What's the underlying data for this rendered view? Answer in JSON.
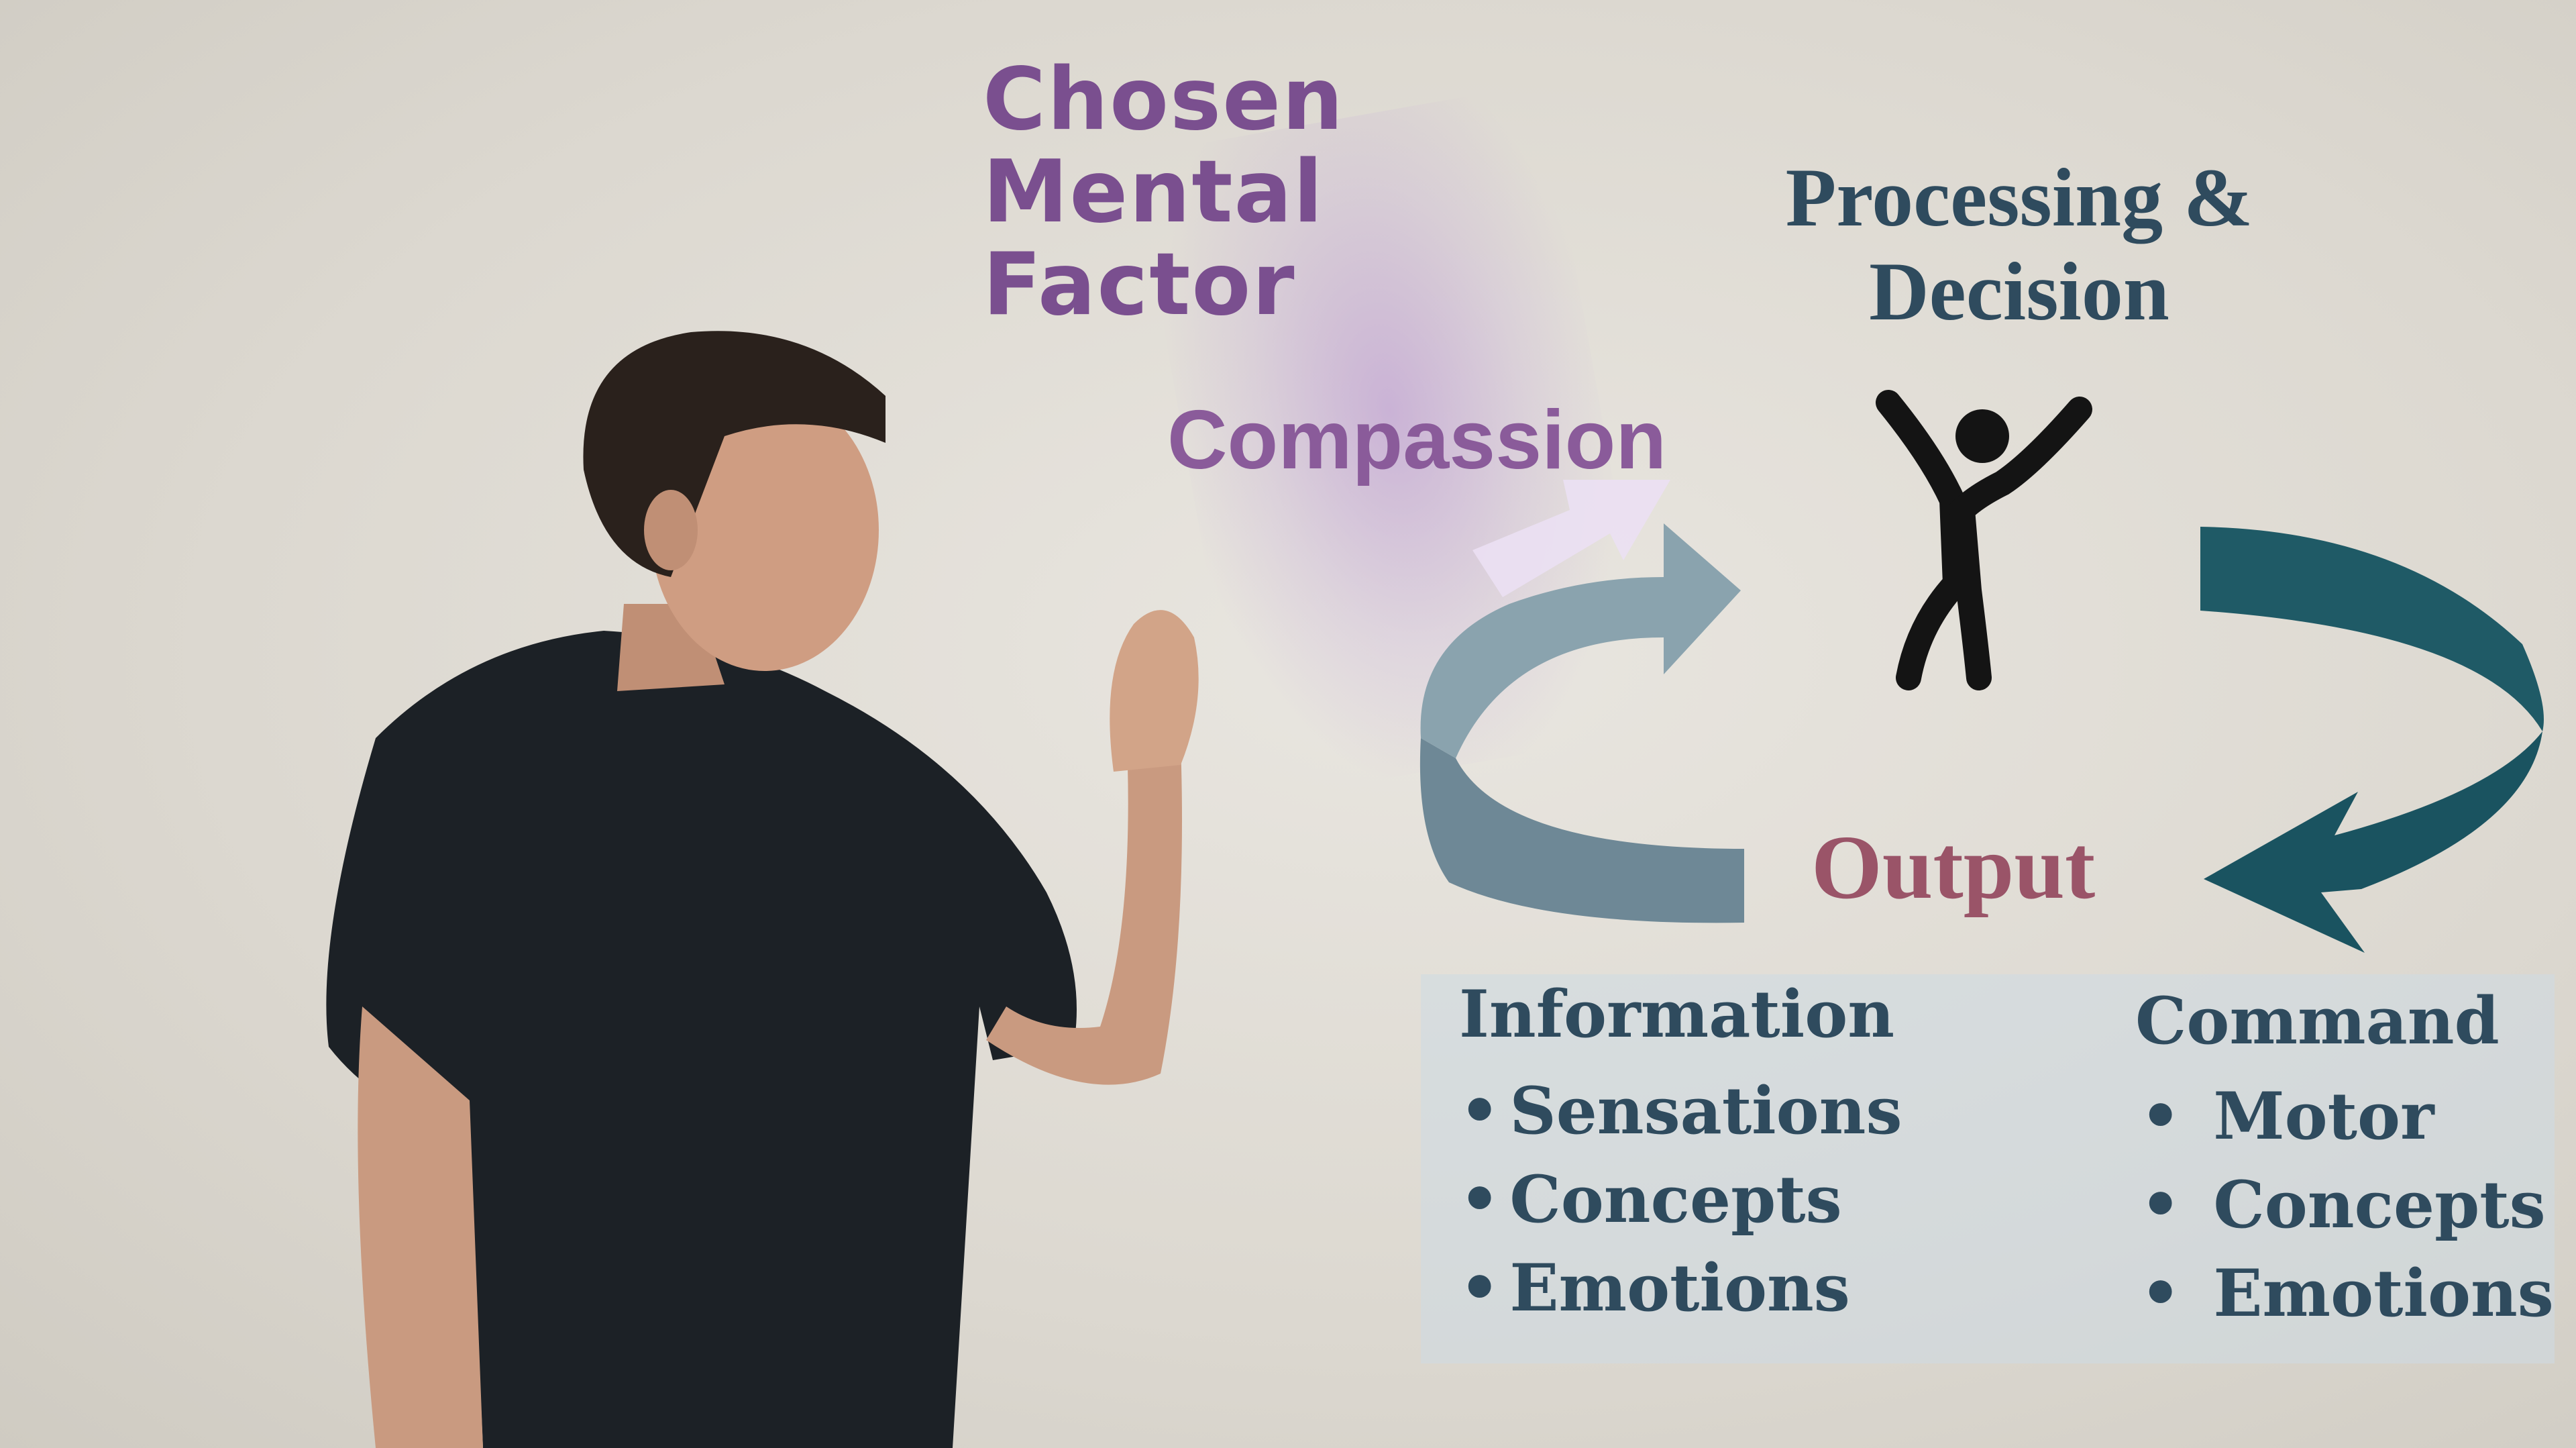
{
  "chosen": {
    "line1": "Chosen",
    "line2": "Mental Factor",
    "value": "Compassion"
  },
  "processing": {
    "line1": "Processing &",
    "line2": "Decision"
  },
  "output": {
    "label": "Output"
  },
  "information": {
    "heading": "Information",
    "items": [
      "Sensations",
      "Concepts",
      "Emotions"
    ]
  },
  "command": {
    "heading": "Command",
    "items": [
      "Motor",
      "Concepts",
      "Emotions"
    ]
  },
  "bullet": "•",
  "colors": {
    "purple": "#7a4f8f",
    "slate": "#2f4b5e",
    "output_rose": "#9a5468",
    "left_arrow": "#7f98a4",
    "right_arrow": "#1f5a66"
  },
  "icons": {
    "person": "person-arms-raised-icon",
    "input_arrow": "circular-arrow-left-icon",
    "output_arrow": "circular-arrow-right-icon",
    "pointer": "light-arrow-icon"
  }
}
